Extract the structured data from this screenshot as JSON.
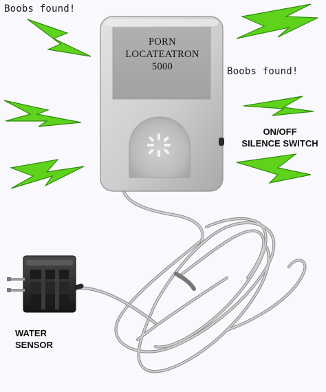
{
  "captions": {
    "boobs_found_top_left": "Boobs found!",
    "boobs_found_right": "Boobs found!",
    "switch_label_line1": "ON/OFF",
    "switch_label_line2": "SILENCE SWITCH",
    "sensor_label_line1": "WATER",
    "sensor_label_line2": "SENSOR"
  },
  "device": {
    "screen_line1": "PORN",
    "screen_line2": "LOCATEATRON",
    "screen_line3": "5000"
  },
  "colors": {
    "zap_fill": "#5fd21b",
    "zap_stroke": "#2f8a10",
    "device_body": "#cfcfcf",
    "device_screen": "#a9a9a9",
    "cord": "#c4c4c4",
    "sensor_body": "#2a2a2a"
  },
  "icons": {
    "lightning": "lightning-bolt-icon",
    "speaker": "speaker-burst-icon"
  }
}
